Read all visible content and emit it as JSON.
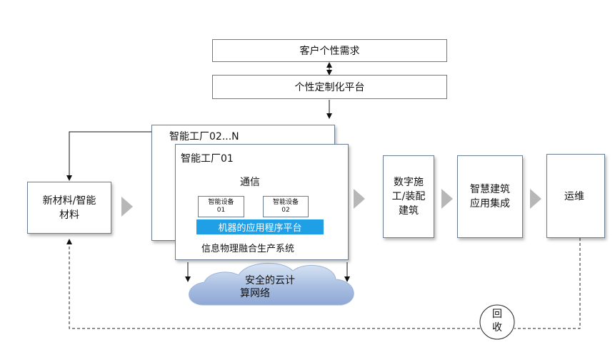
{
  "nodes": {
    "customer_needs": "客户个性需求",
    "custom_platform": "个性定制化平台",
    "factory_n": "智能工厂02...N",
    "factory_01": "智能工厂01",
    "communication": "通信",
    "device_01_line1": "智能设备",
    "device_01_line2": "01",
    "device_02_line1": "智能设备",
    "device_02_line2": "02",
    "machine_app_platform": "机器的应用程序平台",
    "cps": "信息物理融合生产系统",
    "cloud_line1": "安全的云计",
    "cloud_line2": "算网络",
    "materials_line1": "新材料/智能",
    "materials_line2": "材料",
    "digital_line1": "数字施",
    "digital_line2": "工/装配",
    "digital_line3": "建筑",
    "smart_line1": "智慧建筑",
    "smart_line2": "应用集成",
    "operation": "运维",
    "recycle_line1": "回",
    "recycle_line2": "收"
  },
  "colors": {
    "border": "#6b7d92",
    "highlight": "#1e9fe6",
    "cloud_fill": "#b5c9e6",
    "arrow": "#b7b7b7"
  }
}
